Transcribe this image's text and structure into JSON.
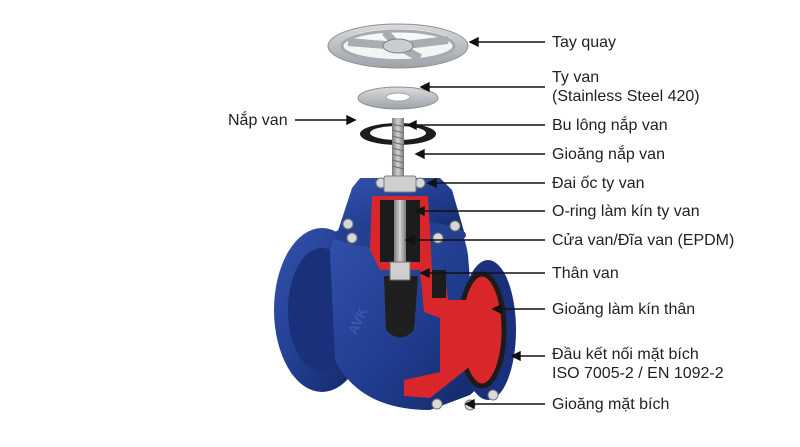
{
  "labels": {
    "tay_quay": "Tay quay",
    "ty_van_line1": "Ty van",
    "ty_van_line2": "(Stainless Steel 420)",
    "nap_van": "Nắp van",
    "bu_long_nap_van": "Bu lông nắp van",
    "gioang_nap_van": "Gioăng nắp van",
    "dai_oc_ty_van": "Đai ốc ty van",
    "o_ring": "O-ring làm kín ty van",
    "cua_van": "Cửa van/Đĩa van (EPDM)",
    "than_van": "Thân van",
    "gioang_lam_kin_than": "Gioăng làm kín thân",
    "dau_ket_noi_line1": "Đầu kết nối mặt bích",
    "dau_ket_noi_line2": "ISO 7005-2 / EN 1092-2",
    "gioang_mat_bich": "Gioăng mặt bích",
    "valve_mark": "AVK"
  },
  "colors": {
    "body_blue": "#243f93",
    "cut_red": "#d8262a",
    "handwheel_gray": "#b9bcbf",
    "rubber_black": "#1c1c1c",
    "stem_steel": "#9a9a9a",
    "arrow": "#111111"
  }
}
